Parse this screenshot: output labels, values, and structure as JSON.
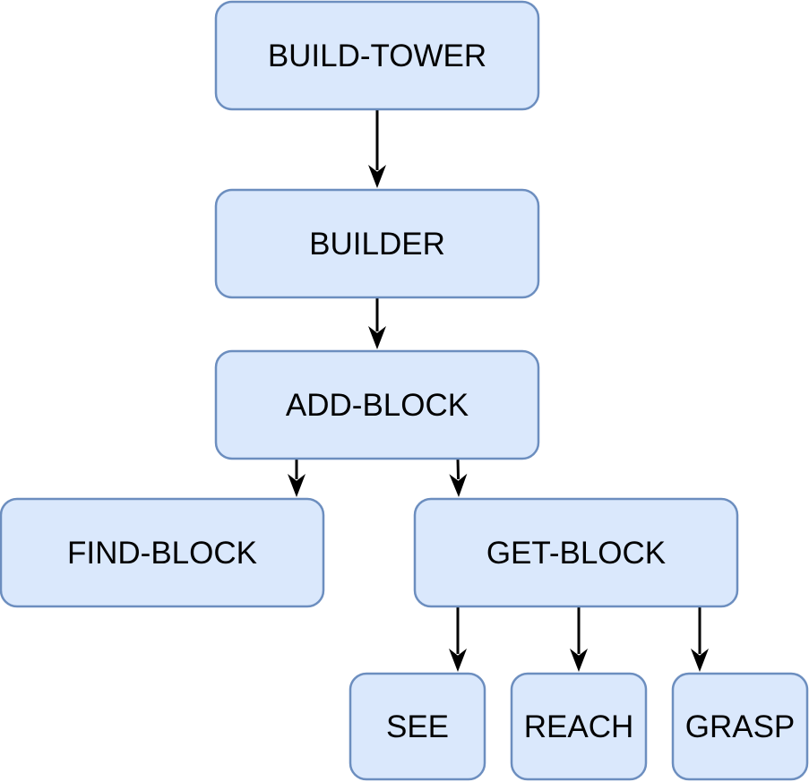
{
  "diagram": {
    "nodes": [
      {
        "id": "build-tower",
        "label": "BUILD-TOWER"
      },
      {
        "id": "builder",
        "label": "BUILDER"
      },
      {
        "id": "add-block",
        "label": "ADD-BLOCK"
      },
      {
        "id": "find-block",
        "label": "FIND-BLOCK"
      },
      {
        "id": "get-block",
        "label": "GET-BLOCK"
      },
      {
        "id": "see",
        "label": "SEE"
      },
      {
        "id": "reach",
        "label": "REACH"
      },
      {
        "id": "grasp",
        "label": "GRASP"
      }
    ],
    "edges": [
      {
        "from": "build-tower",
        "to": "builder"
      },
      {
        "from": "builder",
        "to": "add-block"
      },
      {
        "from": "add-block",
        "to": "find-block"
      },
      {
        "from": "add-block",
        "to": "get-block"
      },
      {
        "from": "get-block",
        "to": "see"
      },
      {
        "from": "get-block",
        "to": "reach"
      },
      {
        "from": "get-block",
        "to": "grasp"
      }
    ],
    "colors": {
      "node_fill": "#dae8fc",
      "node_stroke": "#6c8ebf",
      "edge": "#000000"
    }
  }
}
